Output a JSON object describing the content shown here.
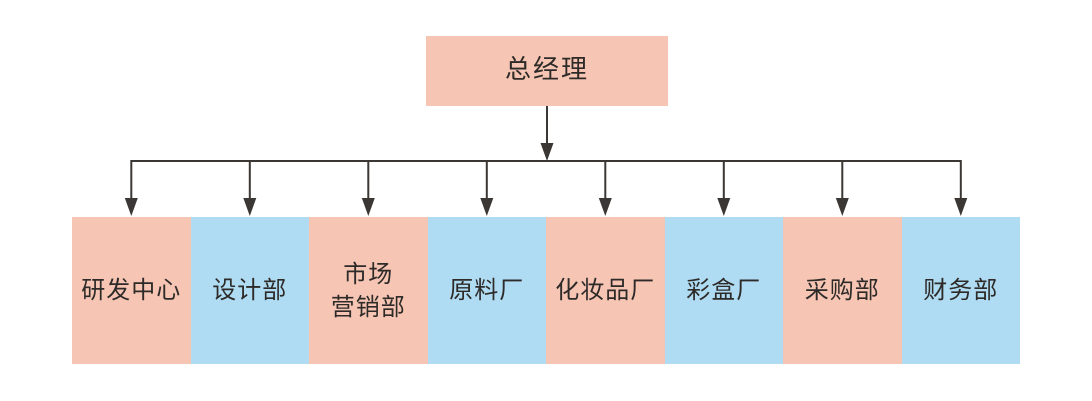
{
  "diagram": {
    "type": "org-chart",
    "root": {
      "label": "总经理",
      "color": "#f6c5b3"
    },
    "departments": [
      {
        "label": "研发中心",
        "color": "#f6c5b3",
        "color_name": "pink"
      },
      {
        "label": "设计部",
        "color": "#afdcf3",
        "color_name": "blue"
      },
      {
        "label": "市场\n营销部",
        "color": "#f6c5b3",
        "color_name": "pink"
      },
      {
        "label": "原料厂",
        "color": "#afdcf3",
        "color_name": "blue"
      },
      {
        "label": "化妆品厂",
        "color": "#f6c5b3",
        "color_name": "pink"
      },
      {
        "label": "彩盒厂",
        "color": "#afdcf3",
        "color_name": "blue"
      },
      {
        "label": "采购部",
        "color": "#f6c5b3",
        "color_name": "pink"
      },
      {
        "label": "财务部",
        "color": "#afdcf3",
        "color_name": "blue"
      }
    ],
    "colors": {
      "node_pink": "#f6c5b3",
      "node_blue": "#afdcf3",
      "connector": "#3a3734",
      "text": "#2d2a28",
      "background": "#ffffff"
    }
  }
}
